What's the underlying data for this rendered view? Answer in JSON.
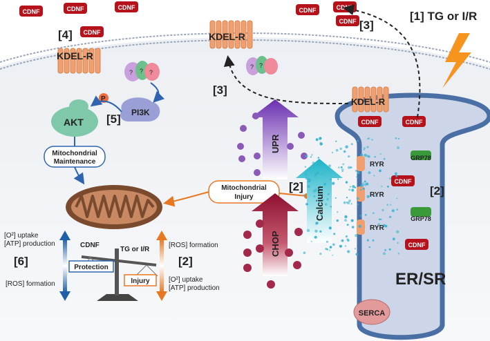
{
  "labels": {
    "trigger": "[1] TG or I/R",
    "step2_calcium": "[2]",
    "step2_er": "[2]",
    "step2_balance": "[2]",
    "step3_top": "[3]",
    "step3_left": "[3]",
    "step4": "[4]",
    "step5": "[5]",
    "step6": "[6]",
    "kdelr": "KDEL-R",
    "cdnf": "CDNF",
    "akt": "AKT",
    "pi3k": "PI3K",
    "p": "P",
    "mito_maintenance_1": "Mitochondrial",
    "mito_maintenance_2": "Maintenance",
    "mito_injury_1": "Mitochondrial",
    "mito_injury_2": "Injury",
    "upr": "UPR",
    "chop": "CHOP",
    "calcium": "Calcium",
    "ryr": "RYR",
    "grp78": "GRP78",
    "er_sr": "ER/SR",
    "serca": "SERCA",
    "q": "?"
  },
  "balance": {
    "left_cdnf": "CDNF",
    "right_trigger": "TG or I/R",
    "protection": "Protection",
    "injury": "Injury",
    "left_top_1": "[O²] uptake",
    "left_top_2": "[ATP] production",
    "left_bottom": "[ROS] formation",
    "right_top": "[ROS] formation",
    "right_bottom_1": "[O²] uptake",
    "right_bottom_2": "[ATP] production"
  },
  "colors": {
    "cdnf": "#b5121b",
    "kdelr": "#f0a070",
    "er_fill": "#cdd6e8",
    "er_border": "#4a6fa5",
    "upr": "#7a3fb0",
    "chop": "#9c1b3a",
    "calcium": "#2bb5c8",
    "orange_arrow": "#e87722",
    "blue_arrow": "#1f5fa8",
    "grp78": "#3a9a3a",
    "akt": "#7fc8a9",
    "pi3k": "#9a9fd6"
  }
}
